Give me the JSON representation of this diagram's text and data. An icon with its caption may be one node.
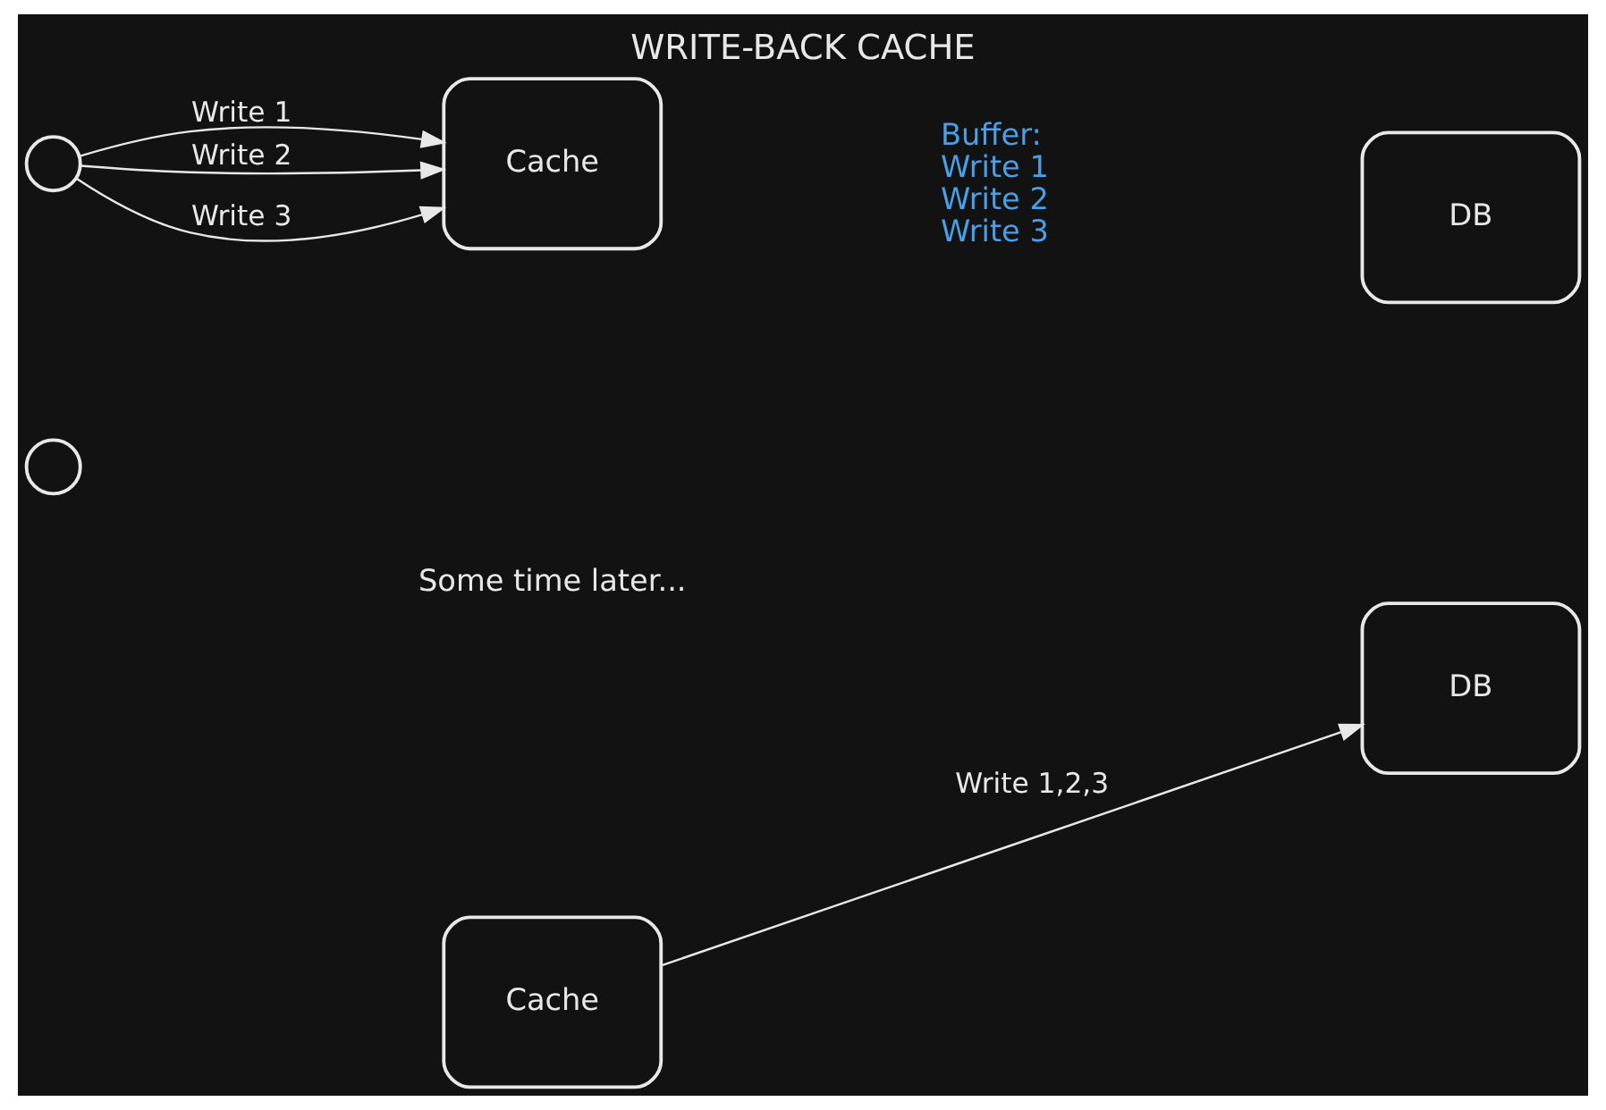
{
  "diagram": {
    "title": "WRITE-BACK CACHE",
    "nodes": [
      {
        "text": [],
        "shape": "person"
      },
      {
        "text": [
          "Cache"
        ],
        "beside": [
          "Buffer:",
          "Write 1",
          "Write 2",
          "Write 3"
        ]
      },
      {
        "text": [
          "DB"
        ]
      },
      {
        "text": [],
        "shape": "person"
      },
      {
        "text": [
          "Cache"
        ]
      },
      {
        "text": [
          "DB"
        ]
      }
    ],
    "edges": [
      {
        "from": 0,
        "to": 1,
        "arrow": "to",
        "label": "Write 1"
      },
      {
        "from": 0,
        "to": 1,
        "arrow": "to",
        "label": "Write 2"
      },
      {
        "from": 0,
        "to": 1,
        "arrow": "to",
        "label": "Write 3"
      },
      {
        "from": 4,
        "to": 5,
        "arrow": "to",
        "label": "Write 1,2,3"
      }
    ],
    "labels": [
      "Some time later..."
    ]
  }
}
